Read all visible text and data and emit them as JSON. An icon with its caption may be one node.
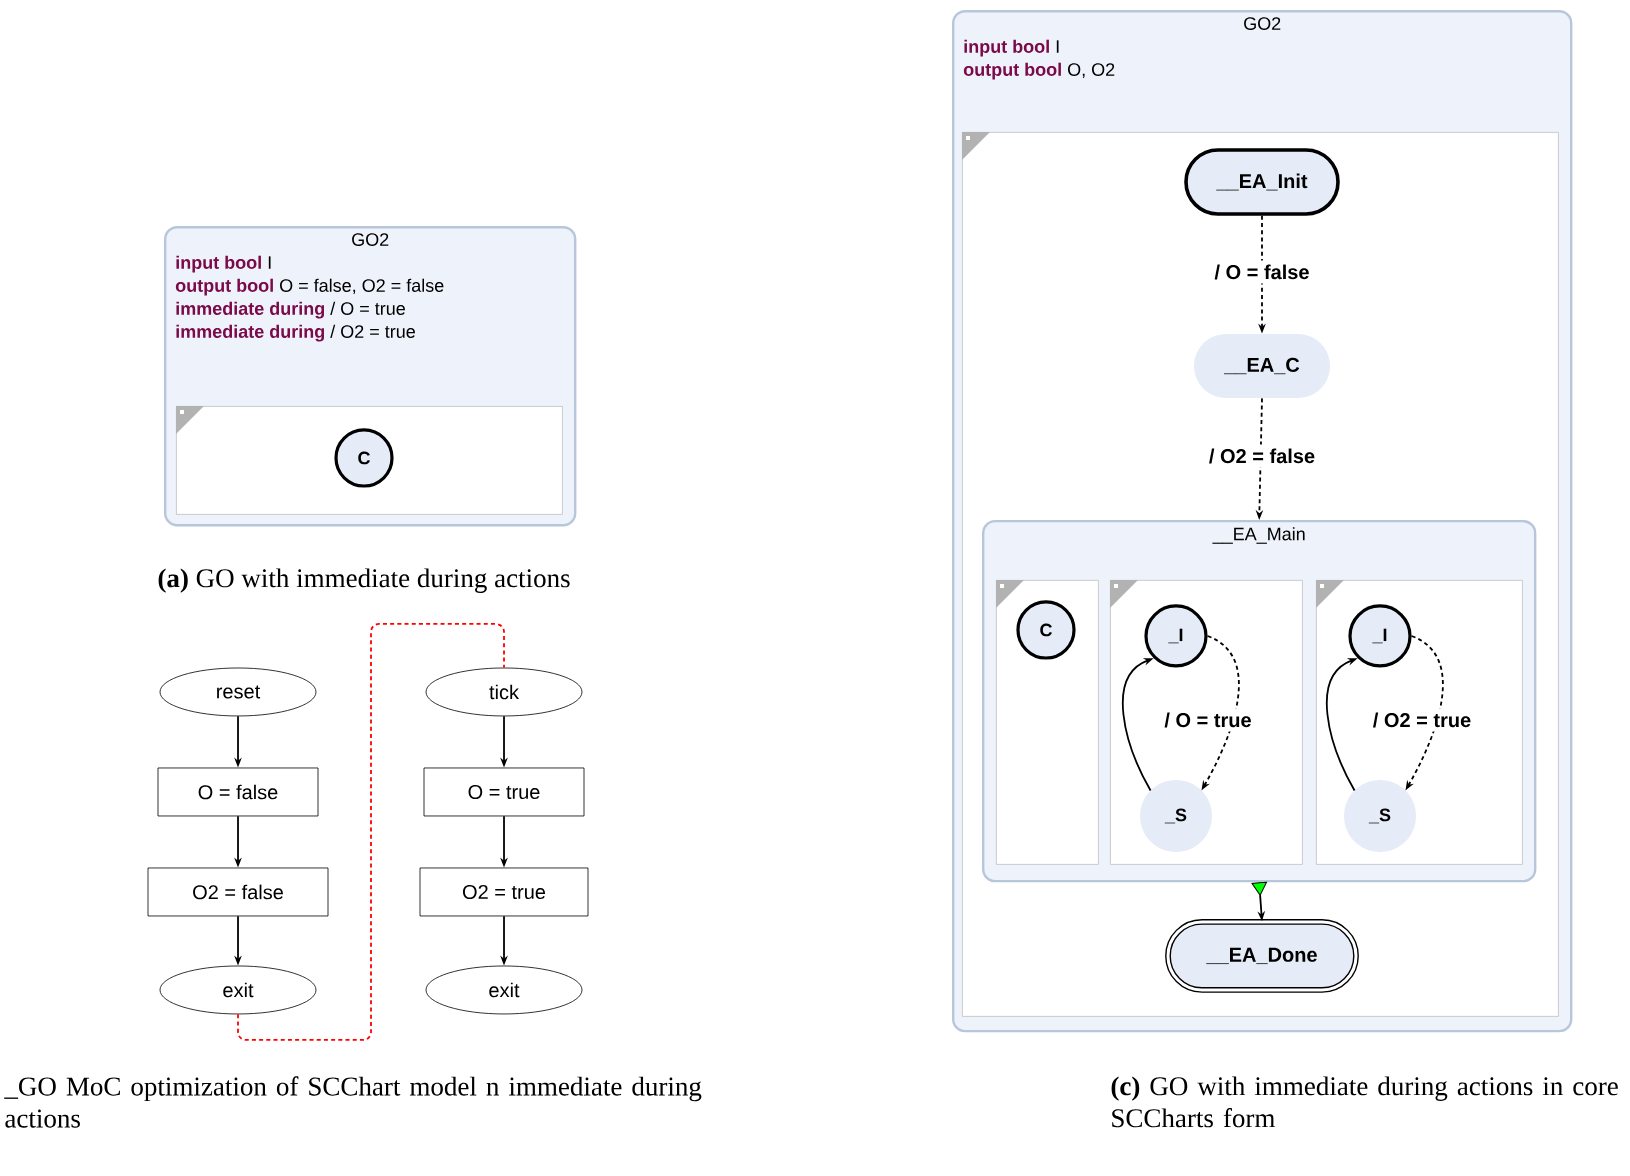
{
  "diagram": {
    "nodes": [
      {
        "text": [
          "GO2",
          "**input bool** I",
          "**output bool** O = false, O2 = false",
          "**immediate during** / O = true",
          "**immediate during** / O2 = true"
        ]
      },
      {
        "text": [],
        "shape": "box",
        "in": 0
      },
      {
        "text": [
          "C"
        ],
        "in": 1
      },
      {
        "text": [
          "reset"
        ]
      },
      {
        "text": [
          "O = false"
        ]
      },
      {
        "text": [
          "O2 = false"
        ]
      },
      {
        "text": [
          "exit"
        ]
      },
      {
        "text": [
          "tick"
        ]
      },
      {
        "text": [
          "O = true"
        ]
      },
      {
        "text": [
          "O2 = true"
        ]
      },
      {
        "text": [
          "exit"
        ]
      },
      {
        "text": [
          "GO2",
          "**input bool** I",
          "**output bool** O, O2"
        ]
      },
      {
        "text": [],
        "shape": "box",
        "in": 11
      },
      {
        "text": [
          "__EA_Init"
        ],
        "in": 12
      },
      {
        "text": [
          "__EA_C"
        ],
        "in": 12
      },
      {
        "text": [
          "__EA_Main"
        ],
        "in": 12
      },
      {
        "text": [],
        "shape": "box",
        "in": 15
      },
      {
        "text": [
          "C"
        ],
        "in": 16
      },
      {
        "text": [],
        "shape": "box",
        "in": 15
      },
      {
        "text": [
          "_I"
        ],
        "in": 18
      },
      {
        "text": [
          "_S"
        ],
        "in": 18
      },
      {
        "text": [],
        "shape": "box",
        "in": 15
      },
      {
        "text": [
          "_I"
        ],
        "in": 21
      },
      {
        "text": [
          "_S"
        ],
        "in": 21
      },
      {
        "text": [
          "__EA_Done"
        ],
        "in": 12
      }
    ],
    "edges": [
      {
        "from": 3,
        "to": 4,
        "arrow": "to"
      },
      {
        "from": 4,
        "to": 5,
        "arrow": "to"
      },
      {
        "from": 5,
        "to": 6,
        "arrow": "to"
      },
      {
        "from": 7,
        "to": 8,
        "arrow": "to"
      },
      {
        "from": 8,
        "to": 9,
        "arrow": "to"
      },
      {
        "from": 9,
        "to": 10,
        "arrow": "to"
      },
      {
        "from": 6,
        "to": 7,
        "arrow": "none",
        "style": "dashed",
        "color": "#ff0000"
      },
      {
        "from": 13,
        "to": 14,
        "arrow": "to",
        "style": "dashed",
        "label": "/ O = false"
      },
      {
        "from": 14,
        "to": 15,
        "arrow": "to",
        "style": "dashed",
        "label": "/ O2 = false"
      },
      {
        "from": 19,
        "to": 20,
        "arrow": "to",
        "style": "dashed",
        "label": "/ O = true"
      },
      {
        "from": 20,
        "to": 19,
        "arrow": "to"
      },
      {
        "from": 22,
        "to": 23,
        "arrow": "to",
        "style": "dashed",
        "label": "/ O2 = true"
      },
      {
        "from": 23,
        "to": 22,
        "arrow": "to"
      },
      {
        "from": 15,
        "to": 24,
        "arrow": "to"
      }
    ],
    "labels": [
      "**(a)** GO with immediate during actions",
      "_GO MoC optimization of SCChart model n immediate during actions",
      "**(c)** GO with immediate during actions in core SCCharts form"
    ]
  }
}
